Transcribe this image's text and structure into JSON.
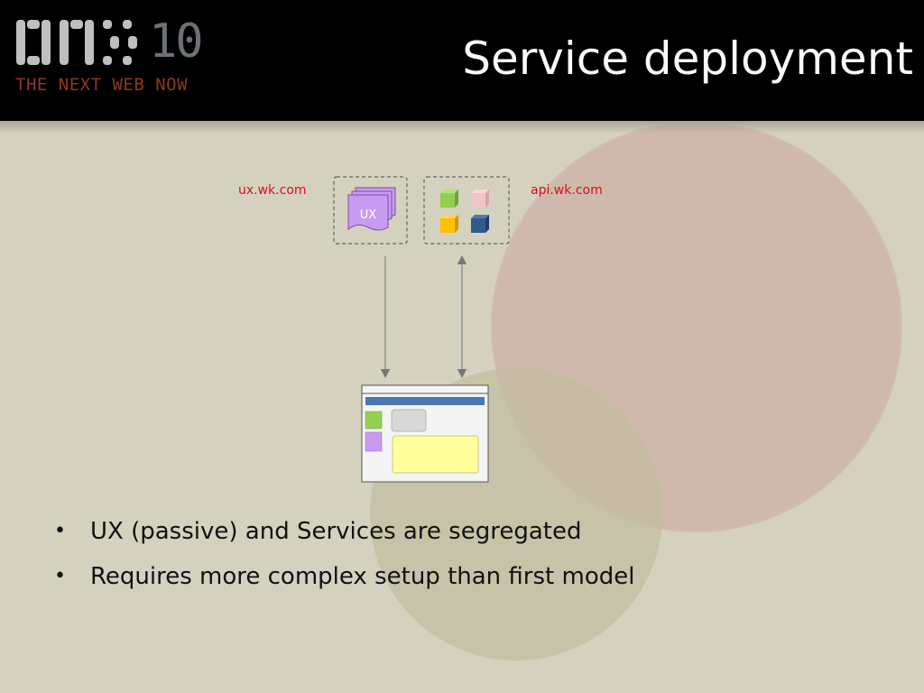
{
  "header": {
    "logo_number": "10",
    "logo_tagline": "THE NEXT WEB NOW",
    "title": "Service deployment"
  },
  "diagram": {
    "ux_domain": "ux.wk.com",
    "api_domain": "api.wk.com",
    "ux_badge": "UX"
  },
  "bullets": [
    "UX (passive) and Services are segregated",
    "Requires more complex setup than first model"
  ],
  "colors": {
    "header_bg": "#000000",
    "slide_bg": "#d5d1bf",
    "title": "#fafafa",
    "domain_label": "#d7101c",
    "logo_tagline": "#8c3a1c",
    "ux_doc": "#c79bf0"
  }
}
